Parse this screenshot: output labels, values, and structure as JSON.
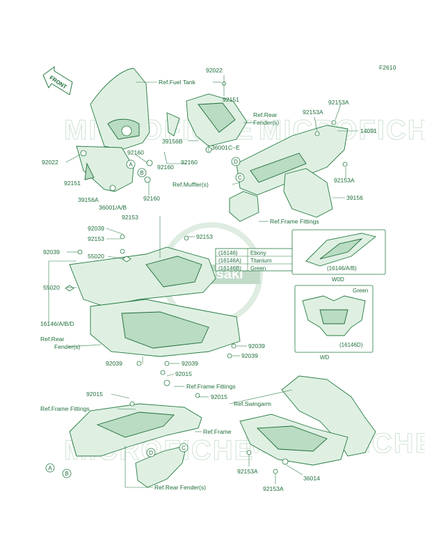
{
  "figure_id": "F2610",
  "front_arrow": "FRONT",
  "watermark": "MICROFICHE",
  "logo_text": "Kawasaki",
  "colors": {
    "line": "#247a3f",
    "text": "#1f6e3a",
    "fill": "#dff0e3"
  },
  "labels": {
    "ref_fuel_tank": "Ref.Fuel Tank",
    "p92022_top": "92022",
    "p92151_top": "92151",
    "ref_rear_fender_s_top": "Ref.Rear",
    "ref_rear_fender_s_top2": "Fender(s)",
    "p92153a_1": "92153A",
    "p92153a_2": "92153A",
    "p14091": "14091",
    "p39156b": "39156B",
    "p36001ce": "36001C~E",
    "p92022_left": "92022",
    "p92160_1": "92160",
    "p92160_2": "92160",
    "p92160_3": "92160",
    "p92160_4": "92160",
    "p92151_left": "92151",
    "ref_muffler": "Ref.Muffler(s)",
    "p92153a_3": "92153A",
    "p39156a": "39156A",
    "p36001ab": "36001/A/B",
    "p39156": "39156",
    "ref_frame_fittings_1": "Ref.Frame Fittings",
    "p92039_1": "92039",
    "p92153_1": "92153",
    "p92153_2": "92153",
    "p92153_3": "92153",
    "p92039_2": "92039",
    "p55020_1": "55020",
    "p55020_2": "55020",
    "p16146abd": "16146/A/B/D",
    "ref_rear_fender_mid": "Ref.Rear",
    "ref_rear_fender_mid2": "Fender(s)",
    "p92039_3": "92039",
    "p92039_4": "92039",
    "p92039_5": "92039",
    "p92039_6": "92039",
    "color_table": [
      {
        "code": "(16146)",
        "color": "Ebony"
      },
      {
        "code": "(16146A)",
        "color": "Titanium"
      },
      {
        "code": "(16146B)",
        "color": "Green"
      }
    ],
    "p16146ab_box": "(16146/A/B)",
    "w0d": "W0D",
    "green_box": "Green",
    "p16146d_box": "(16146D)",
    "wd": "WD",
    "p92015_1": "92015",
    "p92015_2": "92015",
    "p92015_3": "92015",
    "ref_frame_fittings_2": "Ref.Frame Fittings",
    "ref_frame_fittings_3": "Ref.Frame Fittings",
    "ref_swingarm": "Ref.Swingarm",
    "ref_frame": "Ref.Frame",
    "p92153a_4": "92153A",
    "p92153a_5": "92153A",
    "p36014": "36014",
    "ref_rear_fender_bottom": "Ref.Rear Fender(s)"
  },
  "callouts": {
    "a": "A",
    "b": "B",
    "c": "C",
    "d": "D"
  }
}
